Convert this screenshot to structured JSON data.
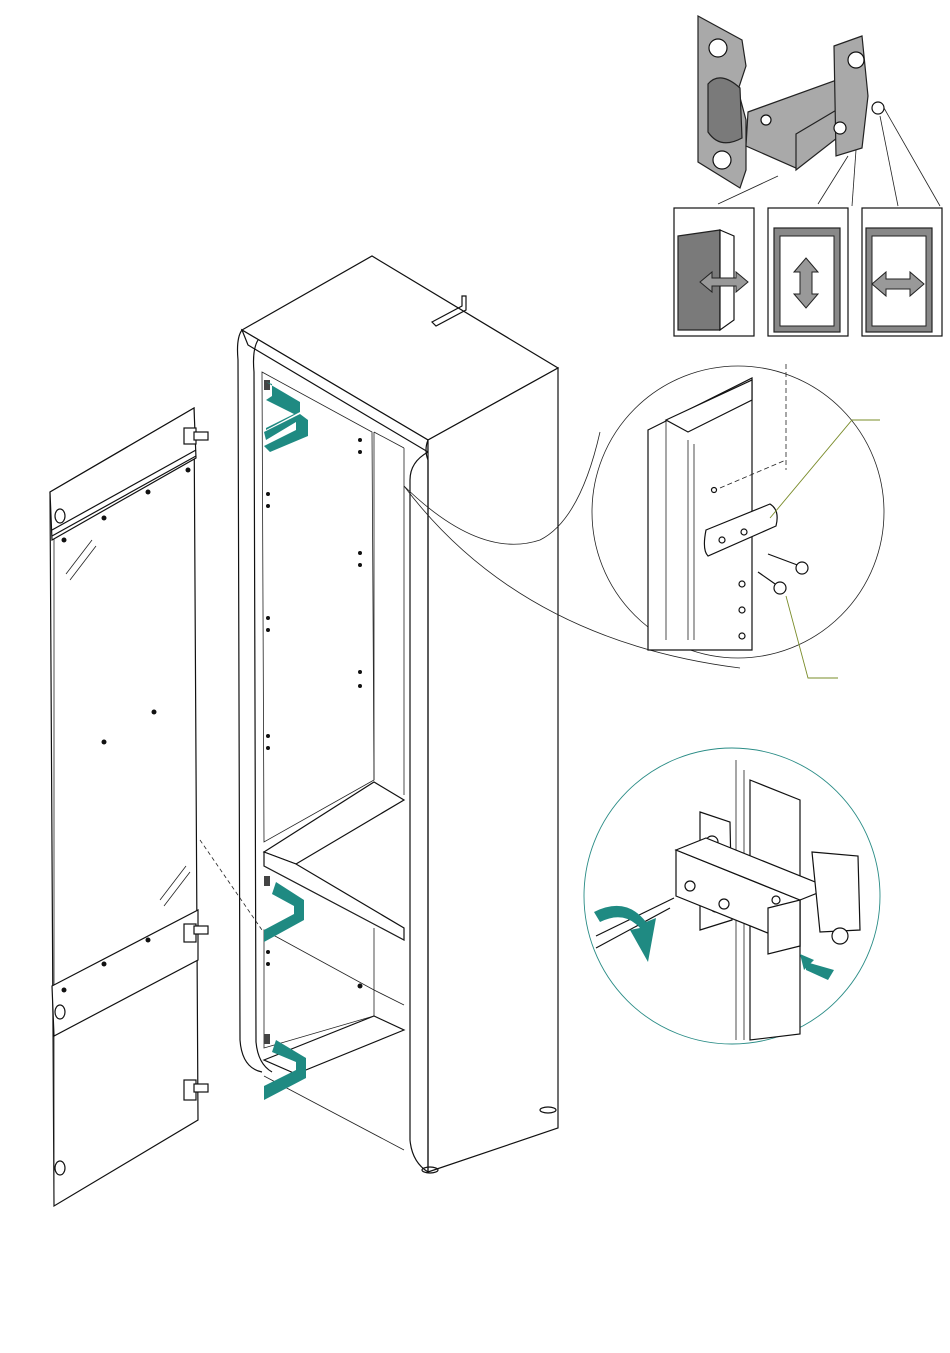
{
  "diagram": {
    "type": "assembly-instruction",
    "components": [
      "cabinet-body",
      "glass-door",
      "hinge",
      "mounting-plate",
      "screws"
    ],
    "colors": {
      "accent_teal": "#1f8a82",
      "callout_teal": "#2a8c86",
      "callout_olive": "#7a8c2a",
      "hinge_grey": "#a9a9a9",
      "panel_dark_grey": "#7a7a7a"
    },
    "adjustments": [
      {
        "icon": "horizontal-double-arrow-icon",
        "direction": "depth"
      },
      {
        "icon": "vertical-double-arrow-icon",
        "direction": "height"
      },
      {
        "icon": "horizontal-double-arrow-icon",
        "direction": "side"
      }
    ],
    "mount_arrows": 3
  }
}
